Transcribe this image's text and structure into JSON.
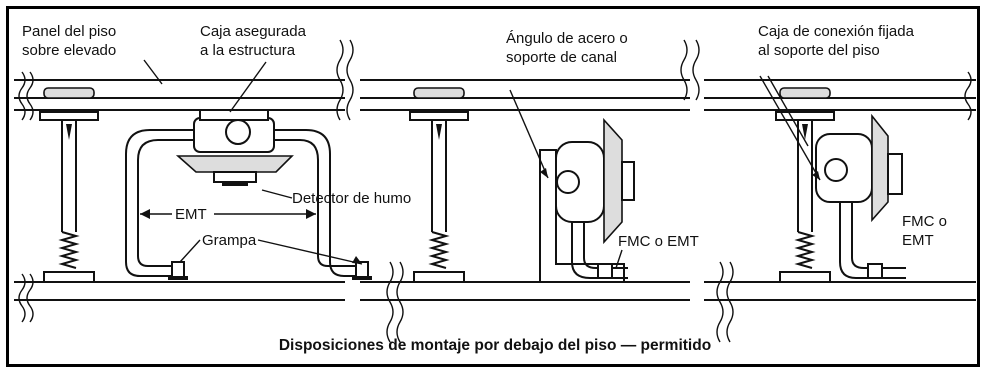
{
  "labels": {
    "raised_floor_panel": [
      "Panel del piso",
      "sobre elevado"
    ],
    "box_secured": [
      "Caja asegurada",
      "a la estructura"
    ],
    "steel_angle": [
      "Ángulo de acero o",
      "soporte de canal"
    ],
    "junction_box": [
      "Caja de conexión fijada",
      "al soporte del piso"
    ],
    "smoke_detector": "Detector de humo",
    "emt": "EMT",
    "clamp": "Grampa",
    "fmc_or_emt_1": "FMC o EMT",
    "fmc_or_emt_2": [
      "FMC o",
      "EMT"
    ]
  },
  "caption": "Disposiciones de montaje por debajo del piso — permitido",
  "colors": {
    "line": "#111111",
    "background": "#ffffff",
    "fill": "#dddddd"
  }
}
